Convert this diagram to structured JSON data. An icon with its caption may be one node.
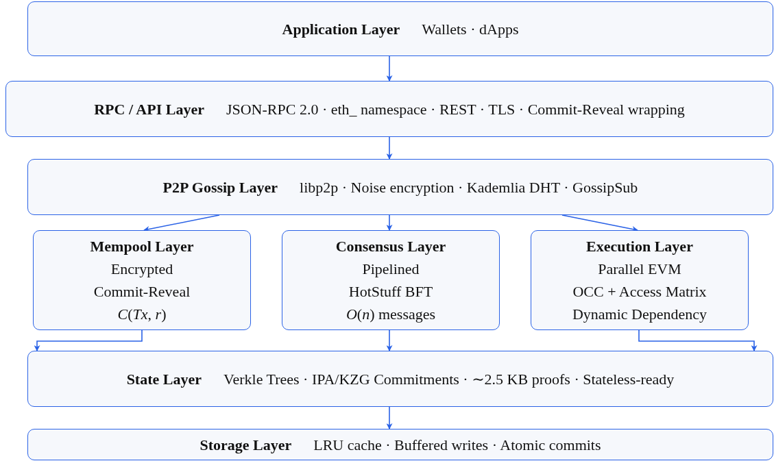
{
  "diagram": {
    "nodes": [
      {
        "text": [
          "Application Layer",
          "Wallets · dApps"
        ]
      },
      {
        "text": [
          "RPC / API Layer",
          "JSON-RPC 2.0 · eth_ namespace · REST · TLS · Commit-Reveal wrapping"
        ]
      },
      {
        "text": [
          "P2P Gossip Layer",
          "libp2p · Noise encryption · Kademlia DHT · GossipSub"
        ]
      },
      {
        "text": [
          "Mempool Layer",
          "Encrypted",
          "Commit-Reveal",
          "*C*(*Tx*, *r*)"
        ]
      },
      {
        "text": [
          "Consensus Layer",
          "Pipelined",
          "HotStuff BFT",
          "*O*(*n*) messages"
        ]
      },
      {
        "text": [
          "Execution Layer",
          "Parallel EVM",
          "OCC + Access Matrix",
          "Dynamic Dependency"
        ]
      },
      {
        "text": [
          "State Layer",
          "Verkle Trees · IPA/KZG Commitments · ∼2.5 KB proofs · Stateless-ready"
        ]
      },
      {
        "text": [
          "Storage Layer",
          "LRU cache · Buffered writes · Atomic commits"
        ]
      }
    ],
    "edges": [
      {
        "from": 0,
        "to": 1,
        "arrow": "to"
      },
      {
        "from": 1,
        "to": 2,
        "arrow": "to"
      },
      {
        "from": 2,
        "to": 3,
        "arrow": "to"
      },
      {
        "from": 2,
        "to": 4,
        "arrow": "to"
      },
      {
        "from": 2,
        "to": 5,
        "arrow": "to"
      },
      {
        "from": 3,
        "to": 6,
        "arrow": "to"
      },
      {
        "from": 4,
        "to": 6,
        "arrow": "to"
      },
      {
        "from": 5,
        "to": 6,
        "arrow": "to"
      },
      {
        "from": 6,
        "to": 7,
        "arrow": "to"
      }
    ]
  }
}
